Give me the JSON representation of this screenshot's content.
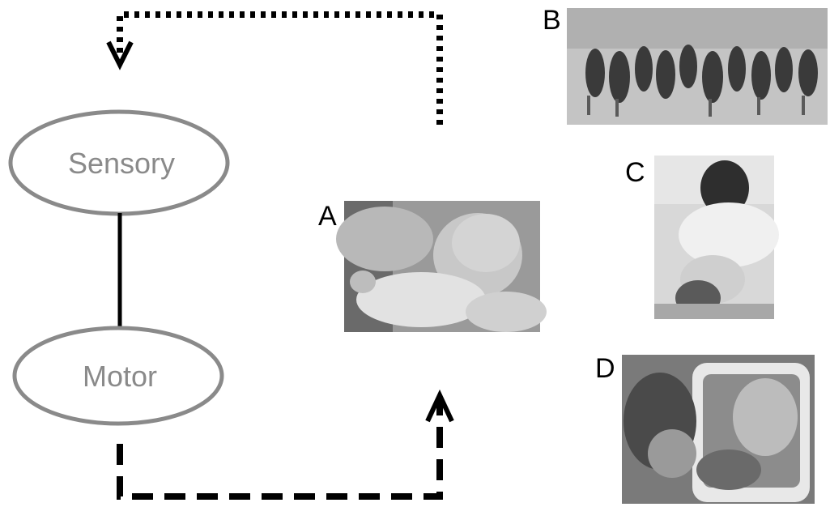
{
  "nodes": {
    "sensory": {
      "label": "Sensory"
    },
    "motor": {
      "label": "Motor"
    }
  },
  "panels": {
    "a": {
      "letter": "A",
      "content": "photo-infant-reaching"
    },
    "b": {
      "letter": "B",
      "content": "photo-group-exercise"
    },
    "c": {
      "letter": "C",
      "content": "photo-adult-with-baby"
    },
    "d": {
      "letter": "D",
      "content": "photo-children-at-mirror"
    }
  },
  "colors": {
    "ellipse_stroke": "#8a8a8a",
    "node_text": "#8a8a8a",
    "arrow": "#000000",
    "background": "#ffffff"
  }
}
